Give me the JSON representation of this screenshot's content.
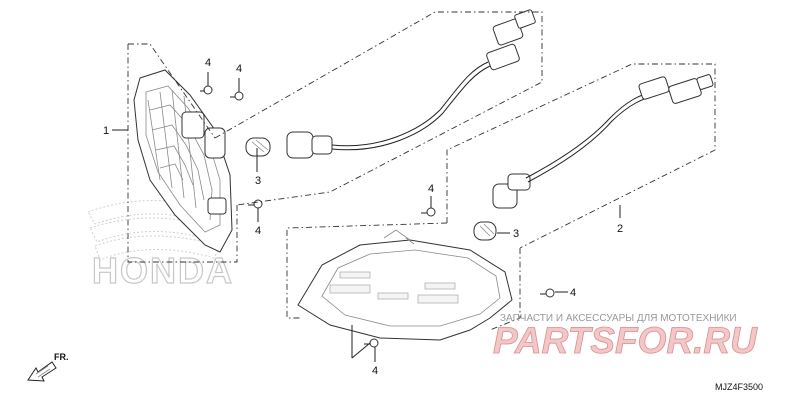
{
  "callouts": {
    "c1": "1",
    "c2": "2",
    "c3a": "3",
    "c3b": "3",
    "c4a": "4",
    "c4b": "4",
    "c4c": "4",
    "c4d": "4",
    "c4e": "4",
    "c4f": "4"
  },
  "fr_label": "FR.",
  "diagram_code": "MJZ4F3500",
  "watermarks": {
    "honda": "HONDA",
    "site_tagline": "ЗАПЧАСТИ И АКСЕССУАРЫ ДЛЯ МОТОТЕХНИКИ",
    "site_name": "PARTSFOR.RU"
  },
  "colors": {
    "line": "#222222",
    "watermark_red": "#e08d8d",
    "watermark_grey": "#c8c8c8"
  }
}
